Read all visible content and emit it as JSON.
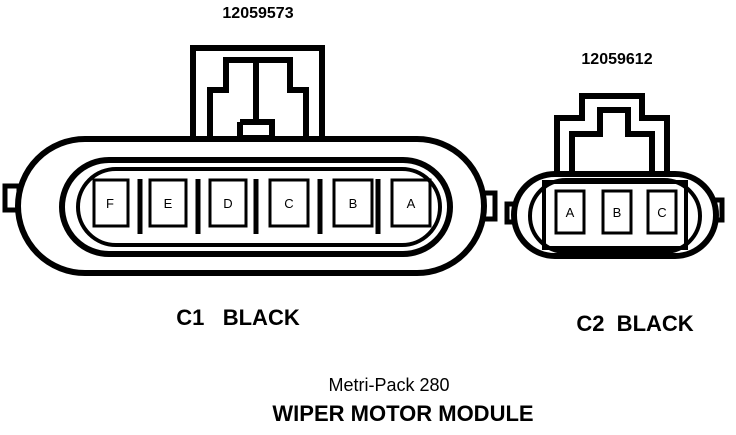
{
  "connectors": [
    {
      "part_number": "12059573",
      "label": "C1   BLACK",
      "pins": [
        "F",
        "E",
        "D",
        "C",
        "B",
        "A"
      ]
    },
    {
      "part_number": "12059612",
      "label": "C2  BLACK",
      "pins": [
        "A",
        "B",
        "C"
      ]
    }
  ],
  "footer": {
    "series": "Metri-Pack 280",
    "title": "WIPER MOTOR MODULE"
  },
  "colors": {
    "line": "#000000",
    "background": "#ffffff"
  }
}
